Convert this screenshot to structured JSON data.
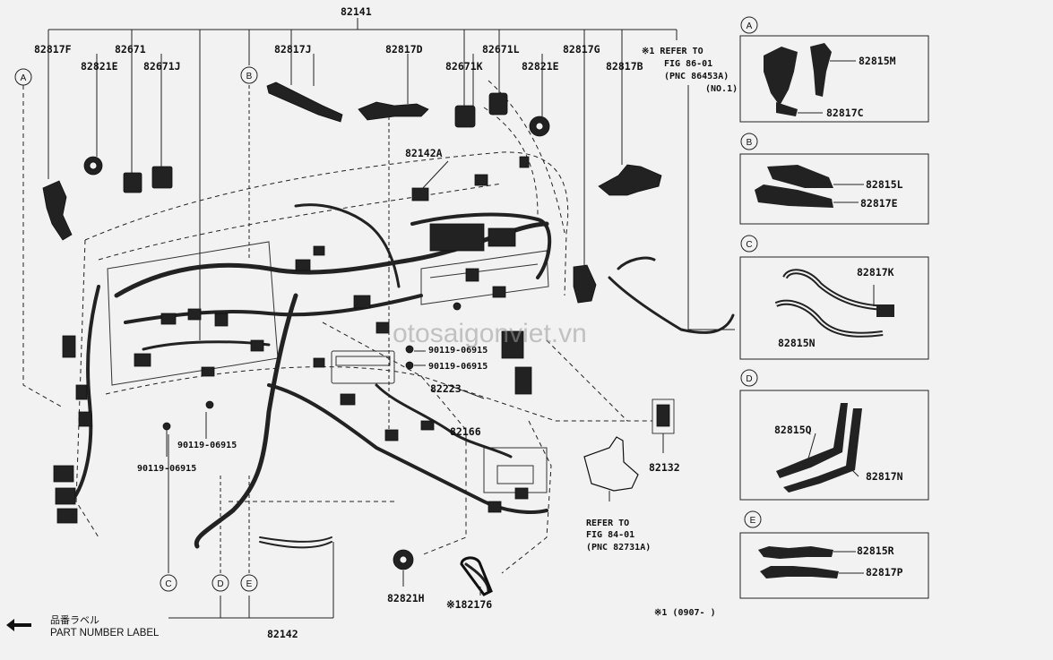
{
  "part_labels": {
    "p82141": "82141",
    "p82817F": "82817F",
    "p82671": "82671",
    "p82821E_l": "82821E",
    "p82671J": "82671J",
    "p82817J": "82817J",
    "p82817D": "82817D",
    "p82671L": "82671L",
    "p82671K": "82671K",
    "p82821E_r": "82821E",
    "p82817G": "82817G",
    "p82817B": "82817B",
    "p82142A": "82142A",
    "p90119_a": "90119-06915",
    "p90119_b": "90119-06915",
    "p90119_c": "90119-06915",
    "p90119_d": "90119-06915",
    "p82223": "82223",
    "p82166": "82166",
    "p82132": "82132",
    "p82821H": "82821H",
    "p82176": "※182176",
    "p82142": "82142"
  },
  "refer_notes": {
    "top_l1": "※1  REFER TO",
    "top_l2": "FIG 86-01",
    "top_l3": "(PNC 86453A)",
    "top_l4": "(NO.1)",
    "bot_l1": "REFER TO",
    "bot_l2": "FIG 84-01",
    "bot_l3": "(PNC 82731A)",
    "footnote": "※1 (0907-      )"
  },
  "callouts": {
    "A": "A",
    "B": "B",
    "C": "C",
    "D": "D",
    "E": "E"
  },
  "detail_panels": [
    {
      "key": "A",
      "parts": [
        "82815M",
        "82817C"
      ]
    },
    {
      "key": "B",
      "parts": [
        "82815L",
        "82817E"
      ]
    },
    {
      "key": "C",
      "parts": [
        "82817K",
        "82815N"
      ]
    },
    {
      "key": "D",
      "parts": [
        "82815Q",
        "82817N"
      ]
    },
    {
      "key": "E",
      "parts": [
        "82815R",
        "82817P"
      ]
    }
  ],
  "watermark": "otosaigonviet.vn",
  "legend": {
    "jp": "品番ラベル",
    "en": "PART NUMBER LABEL"
  },
  "colors": {
    "ink": "#111111",
    "background": "#f2f2f2",
    "part_fill": "#222222"
  }
}
